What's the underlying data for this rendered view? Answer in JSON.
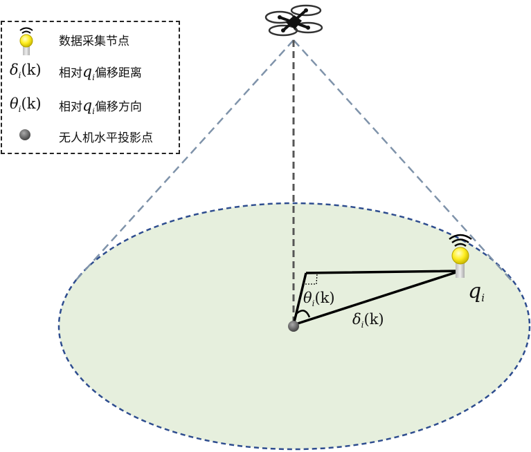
{
  "legend": {
    "node_label": "数据采集节点",
    "offset_distance": {
      "symbol": "δ",
      "sub": "i",
      "arg": "(k)",
      "prefix": "相对",
      "q": "q",
      "q_sub": "i",
      "suffix": "偏移距离"
    },
    "offset_direction": {
      "symbol": "θ",
      "sub": "i",
      "arg": "(k)",
      "prefix": "相对",
      "q": "q",
      "q_sub": "i",
      "suffix": "偏移方向"
    },
    "projection_label": "无人机水平投影点"
  },
  "diagram": {
    "angle_label": {
      "symbol": "θ",
      "sub": "i",
      "arg": "(k)"
    },
    "distance_label": {
      "symbol": "δ",
      "sub": "i",
      "arg": "(k)"
    },
    "node_label": {
      "symbol": "q",
      "sub": "i"
    }
  },
  "colors": {
    "coverage_fill": "#e6efdd",
    "coverage_border": "#2e4d8f",
    "cone_lines": "#7f93aa",
    "center_line": "#555555",
    "node_yellow": "#ffee22",
    "projection_gray": "#666666"
  }
}
